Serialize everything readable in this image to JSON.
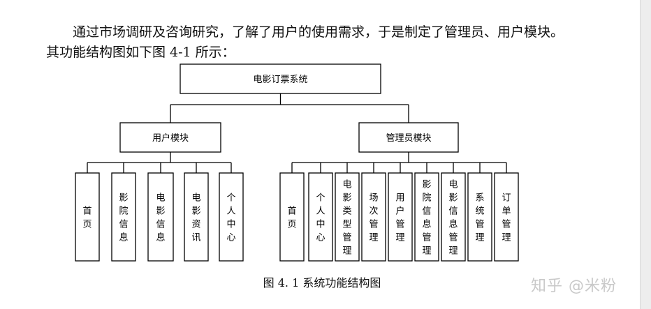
{
  "paragraph": {
    "line1": "通过市场调研及咨询研究，了解了用户的使用需求，于是制定了管理员、用户模块。",
    "line2": "其功能结构图如下图 4-1 所示："
  },
  "diagram": {
    "root": "电影订票系统",
    "branches": [
      {
        "name": "用户模块",
        "children": [
          "首页",
          "影院信息",
          "电影信息",
          "电影资讯",
          "个人中心"
        ]
      },
      {
        "name": "管理员模块",
        "children": [
          "首页",
          "个人中心",
          "电影类型管理",
          "场次管理",
          "用户管理",
          "影院信息管理",
          "电影信息管理",
          "系统管理",
          "订单管理"
        ]
      }
    ]
  },
  "caption": "图 4. 1 系统功能结构图",
  "watermark": "知乎 @米粉"
}
